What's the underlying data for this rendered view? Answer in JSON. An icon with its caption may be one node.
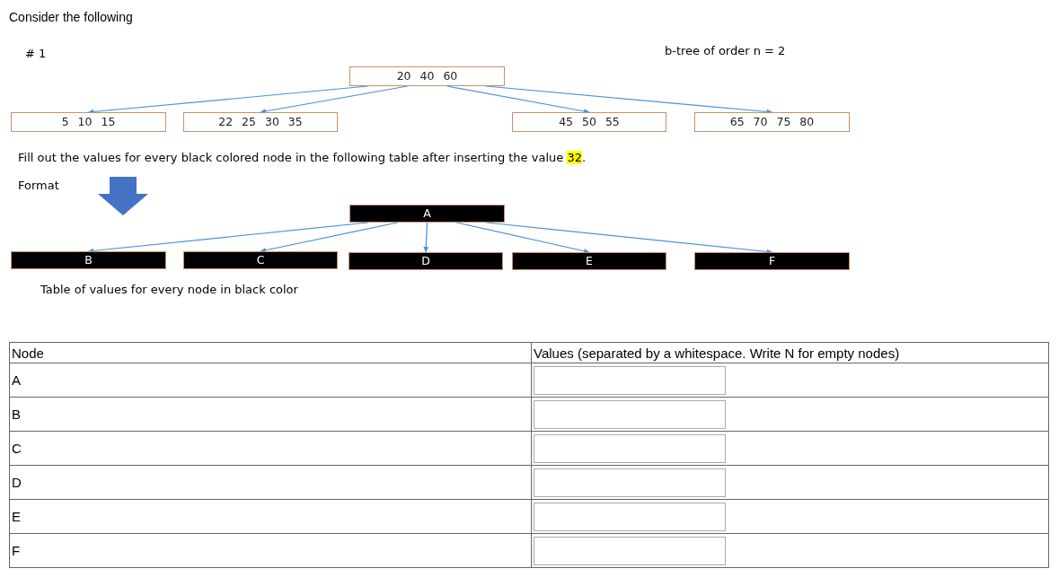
{
  "diagram": {
    "nodes": [
      {
        "text": [
          "20 40 60"
        ]
      },
      {
        "text": [
          "5 10 15"
        ]
      },
      {
        "text": [
          "22 25 30 35"
        ]
      },
      {
        "text": [
          "45 50 55"
        ]
      },
      {
        "text": [
          "65 70 75 80"
        ]
      },
      {
        "text": [
          "A"
        ]
      },
      {
        "text": [
          "B"
        ]
      },
      {
        "text": [
          "C"
        ]
      },
      {
        "text": [
          "D"
        ]
      },
      {
        "text": [
          "E"
        ]
      },
      {
        "text": [
          "F"
        ]
      }
    ],
    "edges": [
      {
        "from": 0,
        "to": 1,
        "arrow": "to"
      },
      {
        "from": 0,
        "to": 2,
        "arrow": "to"
      },
      {
        "from": 0,
        "to": 3,
        "arrow": "to"
      },
      {
        "from": 0,
        "to": 4,
        "arrow": "to"
      },
      {
        "from": 5,
        "to": 6,
        "arrow": "to"
      },
      {
        "from": 5,
        "to": 7,
        "arrow": "to"
      },
      {
        "from": 5,
        "to": 8,
        "arrow": "to"
      },
      {
        "from": 5,
        "to": 9,
        "arrow": "to"
      },
      {
        "from": 5,
        "to": 10,
        "arrow": "to"
      }
    ],
    "labels": [
      "Consider the following",
      "# 1",
      "b-tree of order n = 2",
      "Fill out the values for every black colored node in the following table after inserting the value **32**.",
      "Format",
      "Table of values for every node in black color",
      "Node",
      "Values (separated by a whitespace. Write N for empty nodes)",
      "A",
      "B",
      "C",
      "D",
      "E",
      "F"
    ]
  }
}
